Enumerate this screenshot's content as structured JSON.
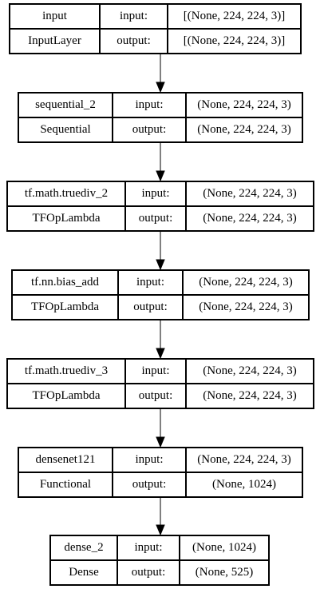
{
  "nodes": [
    {
      "name": "input",
      "type": "InputLayer",
      "input_label": "input:",
      "output_label": "output:",
      "input_shape": "[(None, 224, 224, 3)]",
      "output_shape": "[(None, 224, 224, 3)]"
    },
    {
      "name": "sequential_2",
      "type": "Sequential",
      "input_label": "input:",
      "output_label": "output:",
      "input_shape": "(None, 224, 224, 3)",
      "output_shape": "(None, 224, 224, 3)"
    },
    {
      "name": "tf.math.truediv_2",
      "type": "TFOpLambda",
      "input_label": "input:",
      "output_label": "output:",
      "input_shape": "(None, 224, 224, 3)",
      "output_shape": "(None, 224, 224, 3)"
    },
    {
      "name": "tf.nn.bias_add",
      "type": "TFOpLambda",
      "input_label": "input:",
      "output_label": "output:",
      "input_shape": "(None, 224, 224, 3)",
      "output_shape": "(None, 224, 224, 3)"
    },
    {
      "name": "tf.math.truediv_3",
      "type": "TFOpLambda",
      "input_label": "input:",
      "output_label": "output:",
      "input_shape": "(None, 224, 224, 3)",
      "output_shape": "(None, 224, 224, 3)"
    },
    {
      "name": "densenet121",
      "type": "Functional",
      "input_label": "input:",
      "output_label": "output:",
      "input_shape": "(None, 224, 224, 3)",
      "output_shape": "(None, 1024)"
    },
    {
      "name": "dense_2",
      "type": "Dense",
      "input_label": "input:",
      "output_label": "output:",
      "input_shape": "(None, 1024)",
      "output_shape": "(None, 525)"
    }
  ]
}
